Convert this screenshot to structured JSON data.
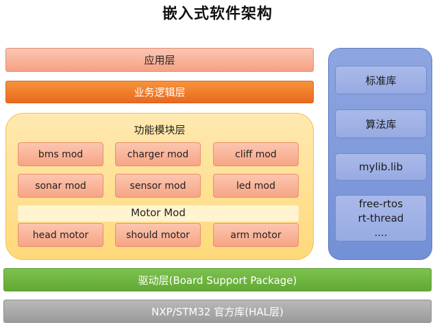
{
  "title": "嵌入式软件架构",
  "app_layer": "应用层",
  "business_layer": "业务逻辑层",
  "function_layer": {
    "title": "功能模块层",
    "modules": [
      "bms mod",
      "charger mod",
      "cliff mod",
      "sonar mod",
      "sensor mod",
      "led mod"
    ],
    "motor": {
      "title": "Motor Mod",
      "modules": [
        "head motor",
        "should motor",
        "arm motor"
      ]
    }
  },
  "libraries": {
    "items": [
      "标准库",
      "算法库",
      "mylib.lib"
    ],
    "rtos": [
      "free-rtos",
      "rt-thread",
      "...."
    ]
  },
  "driver_layer": "驱动层(Board Support Package)",
  "hal_layer": "NXP/STM32 官方库(HAL层)",
  "colors": {
    "app": "#f7b096",
    "business": "#ef7b2b",
    "function": "#ffe09a",
    "library": "#7f9adb",
    "driver": "#70b641",
    "hal": "#a6a6a6"
  }
}
